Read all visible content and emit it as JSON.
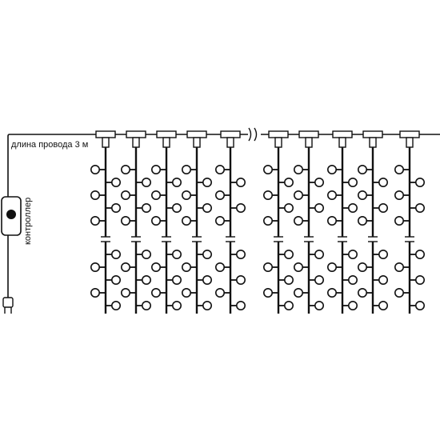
{
  "labels": {
    "wire_length": "длина провода 3 м",
    "controller": "контроллер"
  },
  "colors": {
    "line": "#111111",
    "background": "#ffffff"
  },
  "icons": [
    "controller-icon",
    "plug-icon",
    "t-connector-icon",
    "bulb-icon",
    "wire-break-icon"
  ],
  "strands": {
    "left_group_count": 5,
    "right_group_count": 5,
    "bulbs_per_strand": 10,
    "bulb_pattern": "alternating left/right"
  }
}
